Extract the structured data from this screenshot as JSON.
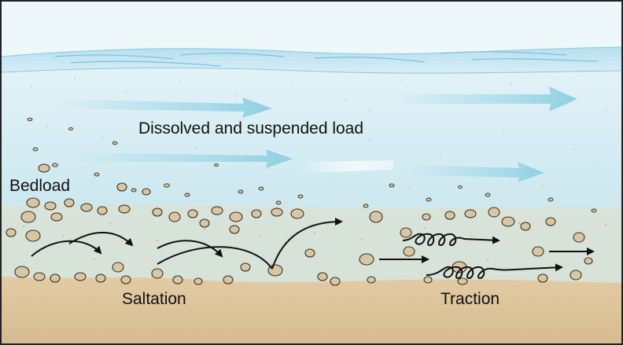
{
  "labels": {
    "suspended_load": "Dissolved and suspended load",
    "bedload": "Bedload",
    "saltation": "Saltation",
    "traction": "Traction"
  },
  "colors": {
    "sky": "#e9f6fb",
    "water_surface": "#bfe3f0",
    "water": "#d4ecf4",
    "water_deep": "#c4e2ea",
    "sediment_zone": "#d8e0d2",
    "river_bed": "#dcc29a",
    "pebble": "#d9c7a3",
    "flow_arrow": "#8fcfe2",
    "outline": "#111111"
  },
  "icons": [
    "saltation-arrow-icon",
    "traction-arrow-icon",
    "rolling-arrow-icon",
    "flow-arrow-icon",
    "pebble-icon"
  ]
}
